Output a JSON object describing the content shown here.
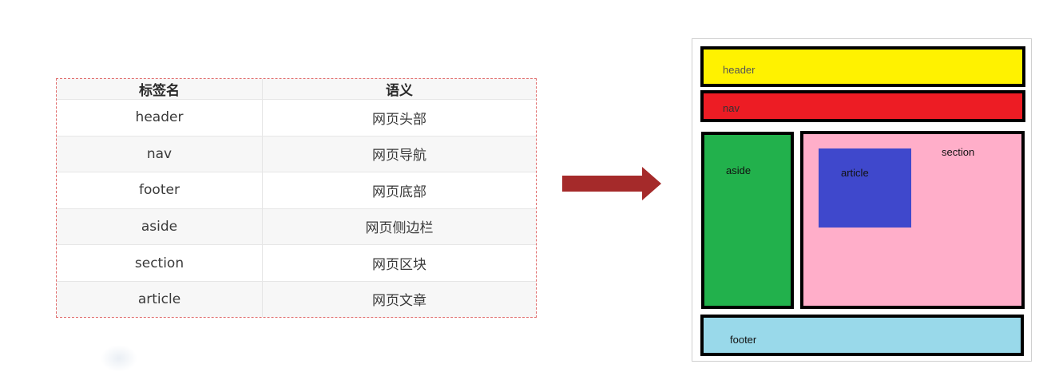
{
  "table": {
    "headers": [
      "标签名",
      "语义"
    ],
    "rows": [
      [
        "header",
        "网页头部"
      ],
      [
        "nav",
        "网页导航"
      ],
      [
        "footer",
        "网页底部"
      ],
      [
        "aside",
        "网页侧边栏"
      ],
      [
        "section",
        "网页区块"
      ],
      [
        "article",
        "网页文章"
      ]
    ]
  },
  "arrow": {
    "icon": "right-arrow-icon",
    "color": "#a52a2a"
  },
  "diagram": {
    "header": "header",
    "nav": "nav",
    "aside": "aside",
    "section": "section",
    "article": "article",
    "footer": "footer"
  },
  "colors": {
    "header": "#fff200",
    "nav": "#ed1c24",
    "aside": "#22b14c",
    "section": "#ffaec9",
    "article": "#3f48cc",
    "footer": "#99d9ea",
    "table_border": "#e06a6a"
  }
}
